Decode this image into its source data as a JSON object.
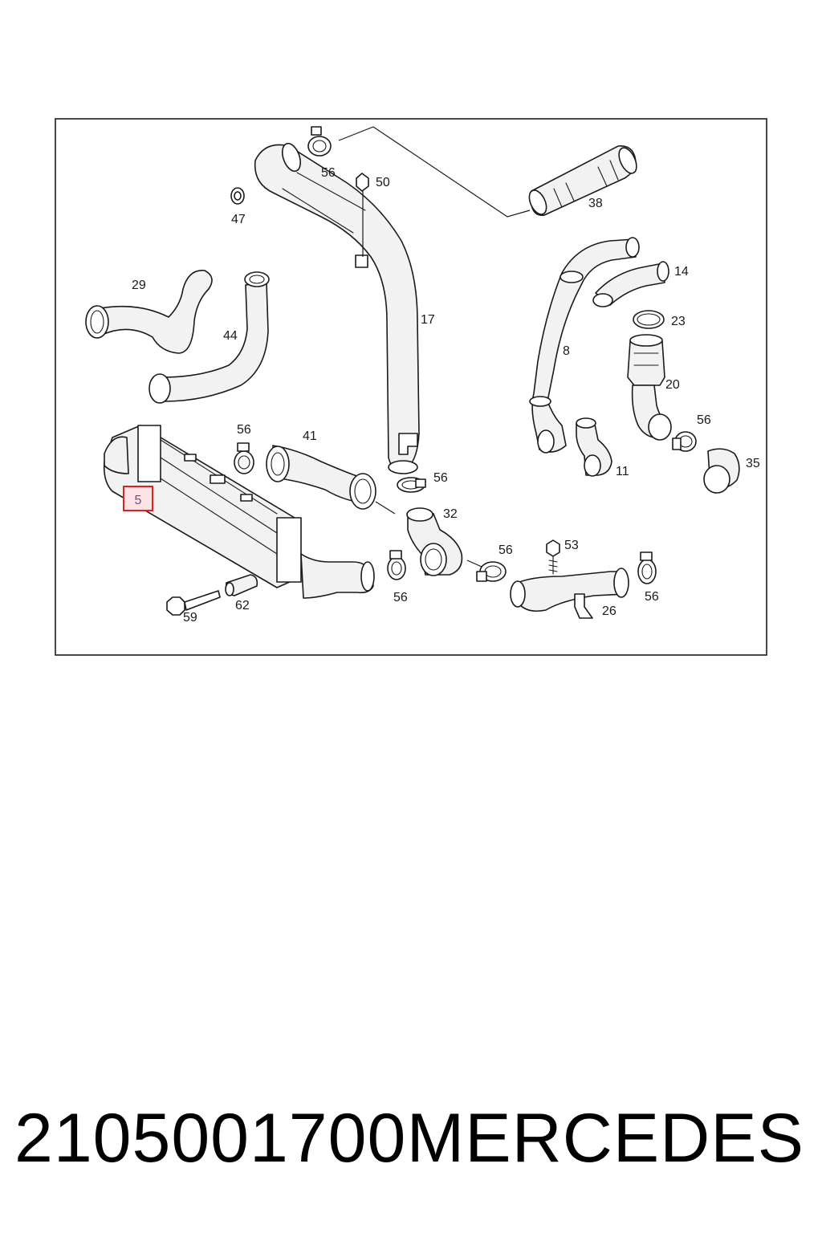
{
  "diagram": {
    "highlighted_callout": "5",
    "highlight_color": "#e02020",
    "callouts": {
      "c5": "5",
      "c8": "8",
      "c11": "11",
      "c14": "14",
      "c17": "17",
      "c20": "20",
      "c23": "23",
      "c26": "26",
      "c29": "29",
      "c32": "32",
      "c35": "35",
      "c38": "38",
      "c41": "41",
      "c44": "44",
      "c47": "47",
      "c50": "50",
      "c53": "53",
      "c56a": "56",
      "c56b": "56",
      "c56c": "56",
      "c56d": "56",
      "c56e": "56",
      "c56f": "56",
      "c56g": "56",
      "c59": "59",
      "c62": "62"
    }
  },
  "footer": {
    "part_number": "2105001700",
    "brand": "MERCEDES"
  }
}
